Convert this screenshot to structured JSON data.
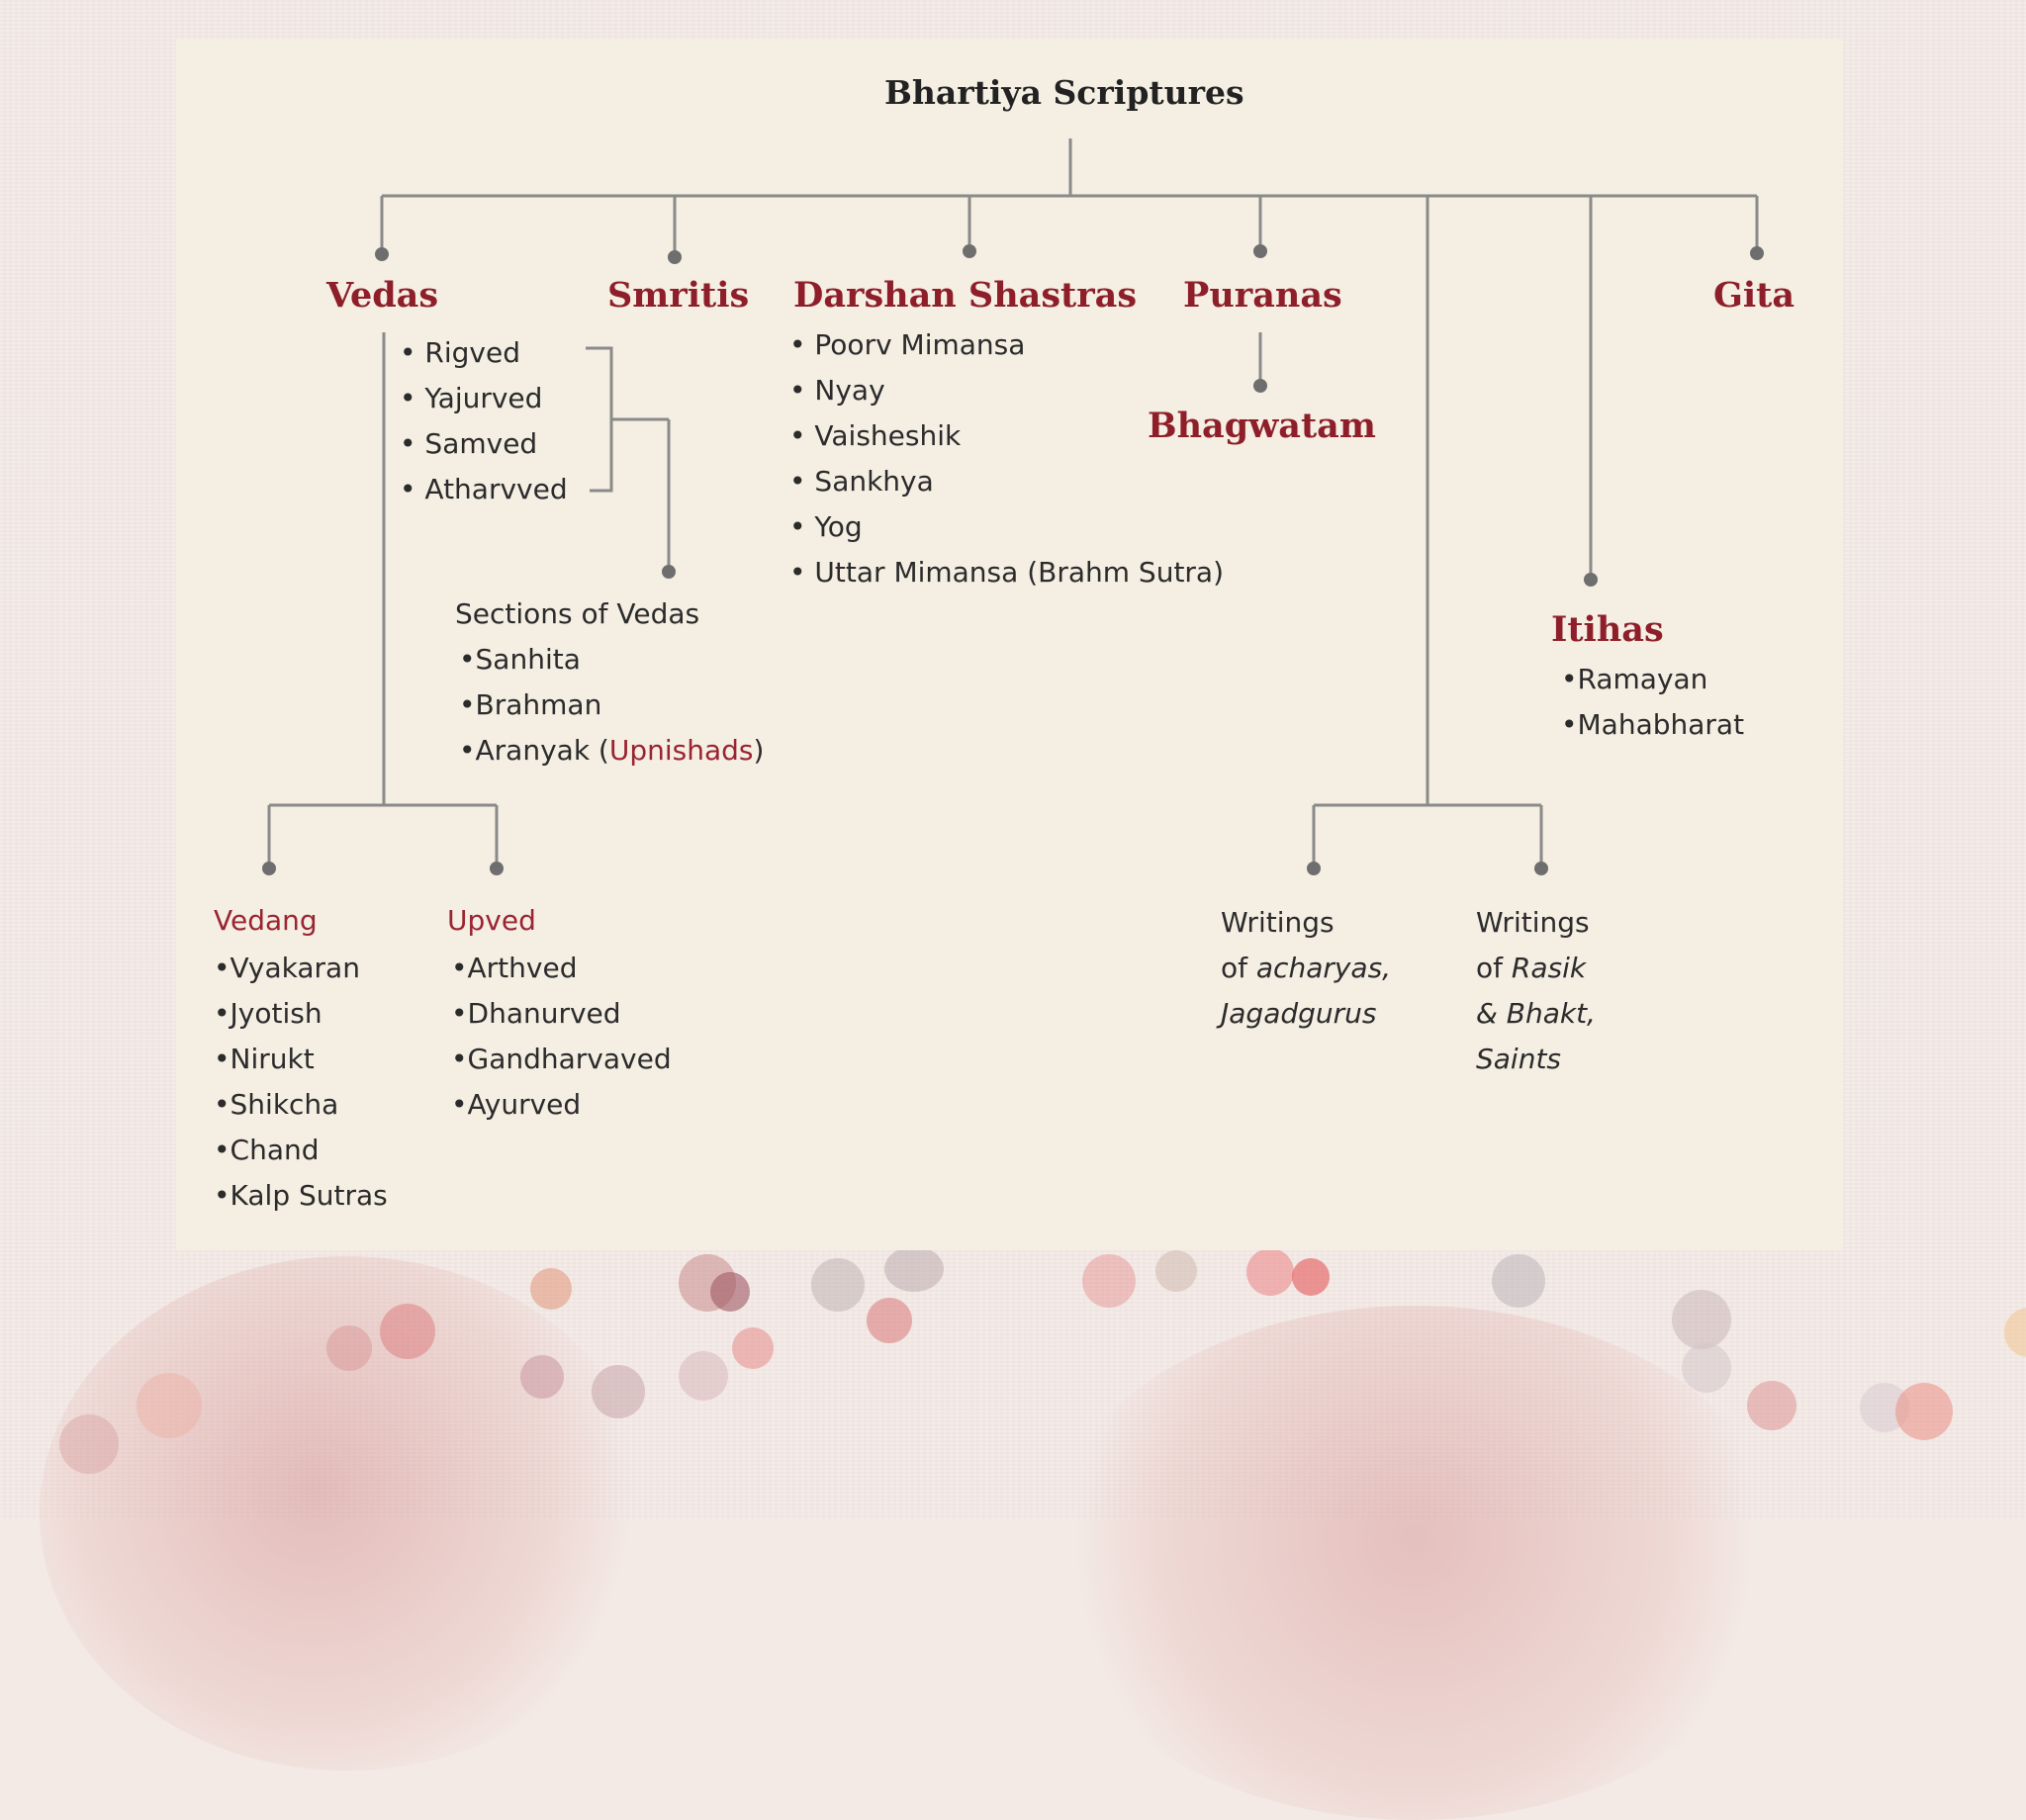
{
  "title": "Bhartiya Scriptures",
  "vedas": {
    "heading": "Vedas",
    "items": [
      "• Rigved",
      "• Yajurved",
      "• Samved",
      "• Atharvved"
    ],
    "sections": {
      "heading": "Sections of Vedas",
      "items": [
        "•Sanhita",
        "•Brahman"
      ],
      "last_prefix": "•Aranyak (",
      "last_highlight": "Upnishads",
      "last_suffix": ")"
    },
    "vedang": {
      "heading": "Vedang",
      "items": [
        "•Vyakaran",
        "•Jyotish",
        "•Nirukt",
        "•Shikcha",
        "•Chand",
        "•Kalp Sutras"
      ]
    },
    "upved": {
      "heading": "Upved",
      "items": [
        "•Arthved",
        "•Dhanurved",
        "•Gandharvaved",
        "•Ayurved"
      ]
    }
  },
  "smritis": {
    "heading": "Smritis"
  },
  "darshan": {
    "heading": "Darshan Shastras",
    "items": [
      "• Poorv Mimansa",
      "• Nyay",
      "• Vaisheshik",
      "• Sankhya",
      "• Yog",
      "• Uttar Mimansa (Brahm Sutra)"
    ]
  },
  "puranas": {
    "heading": "Puranas",
    "child": "Bhagwatam"
  },
  "gita": {
    "heading": "Gita"
  },
  "itihas": {
    "heading": "Itihas",
    "items": [
      "•Ramayan",
      "•Mahabharat"
    ]
  },
  "writings_acharyas": {
    "line1": "Writings",
    "line2_prefix": "of ",
    "line2_em": "acharyas,",
    "line3_em": "Jagadgurus"
  },
  "writings_rasik": {
    "line1": "Writings",
    "line2_prefix": "of ",
    "line2_em": "Rasik",
    "line3_em": "& Bhakt,",
    "line4_em": "Saints"
  },
  "colors": {
    "heading_red": "#8e1f2a",
    "connector": "#8a8a8a",
    "panel": "#f4eee3"
  }
}
